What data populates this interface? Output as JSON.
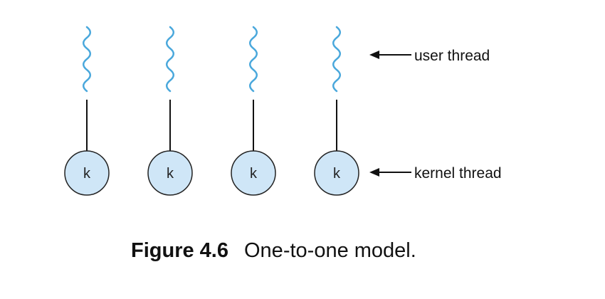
{
  "diagram": {
    "threads": [
      {
        "kernel_label": "k"
      },
      {
        "kernel_label": "k"
      },
      {
        "kernel_label": "k"
      },
      {
        "kernel_label": "k"
      }
    ],
    "user_thread_label": "user thread",
    "kernel_thread_label": "kernel thread",
    "colors": {
      "wave": "#4aa8dc",
      "kernel_fill": "#cfe6f7",
      "kernel_stroke": "#222222",
      "line": "#111111"
    }
  },
  "caption": {
    "figure_number": "Figure 4.6",
    "text": "One-to-one model."
  }
}
